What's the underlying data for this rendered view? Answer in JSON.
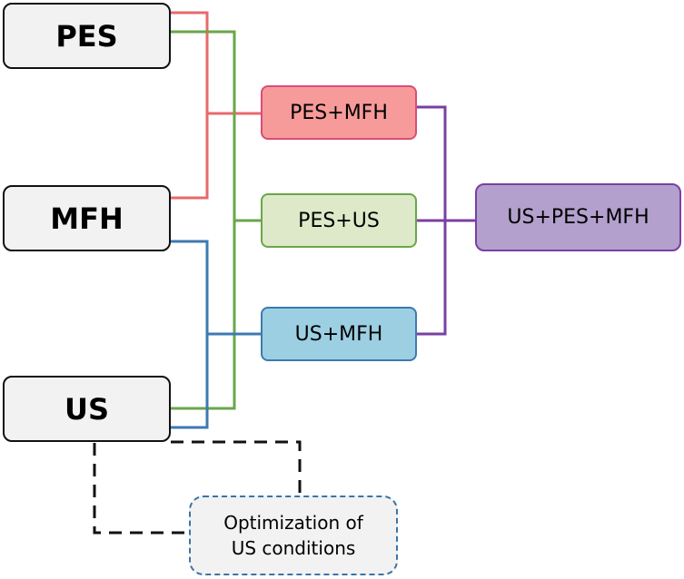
{
  "inputs": {
    "pes": "PES",
    "mfh": "MFH",
    "us": "US"
  },
  "pairs": {
    "pes_mfh": "PES+MFH",
    "pes_us": "PES+US",
    "us_mfh": "US+MFH"
  },
  "triple": "US+PES+MFH",
  "note": {
    "line1": "Optimization of",
    "line2": "US conditions"
  },
  "colors": {
    "pes_mfh_line": "#e8696b",
    "pes_us_line": "#6aa64a",
    "us_mfh_line": "#3d7ab0",
    "triple_line": "#7a3fa3",
    "dashed_line": "#111111",
    "pes_mfh_fill": "#f79a9a",
    "pes_mfh_border": "#d84d79",
    "pes_us_fill": "#dde9c8",
    "pes_us_border": "#6aa64a",
    "us_mfh_fill": "#9ccfe2",
    "us_mfh_border": "#3d7ab0",
    "triple_fill": "#b3a0cd",
    "triple_border": "#7a3fa3"
  }
}
